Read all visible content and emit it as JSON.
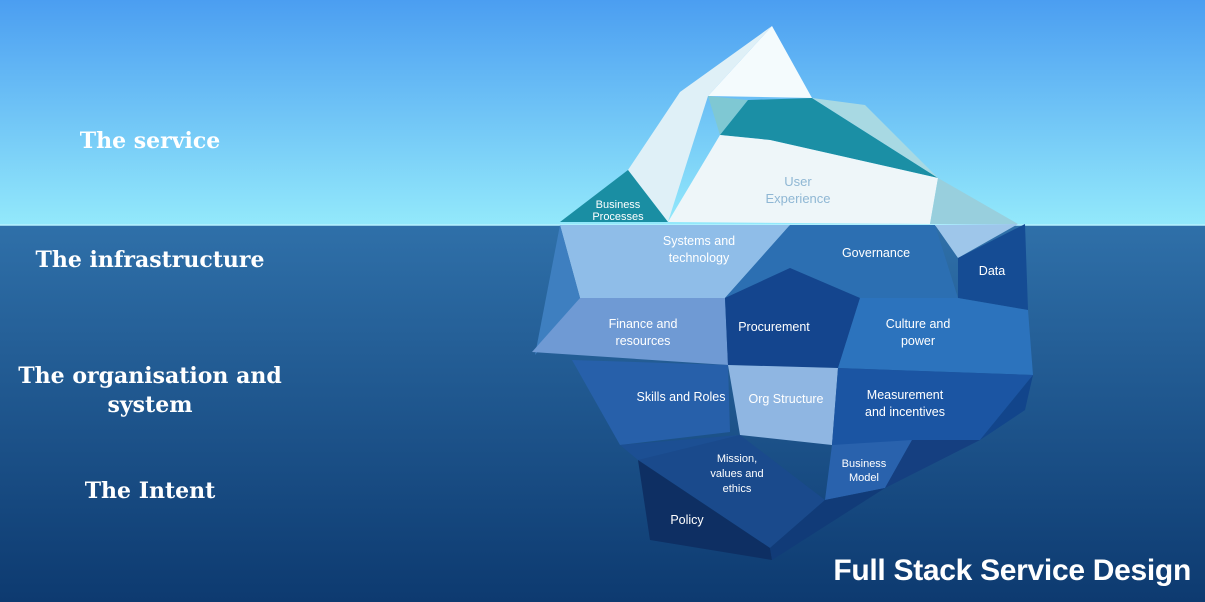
{
  "layers": {
    "service": "The service",
    "infrastructure": "The infrastructure",
    "organisation": "The organisation and system",
    "intent": "The Intent"
  },
  "segments": {
    "user_experience": "User Experience",
    "business_processes": "Business Processes",
    "systems_technology": "Systems and technology",
    "governance": "Governance",
    "data": "Data",
    "finance_resources": "Finance and resources",
    "procurement": "Procurement",
    "culture_power": "Culture and power",
    "skills_roles": "Skills and Roles",
    "org_structure": "Org Structure",
    "measurement_incentives": "Measurement and incentives",
    "mission_values": "Mission, values and ethics",
    "business_model": "Business Model",
    "policy": "Policy"
  },
  "brand": "Full Stack Service Design",
  "colors": {
    "sky_top": "#4a9ff0",
    "sky_bottom": "#8fe6fb",
    "sea_top": "#2f6fa8",
    "sea_bottom": "#0e3a70",
    "teal": "#1a8ea3"
  }
}
